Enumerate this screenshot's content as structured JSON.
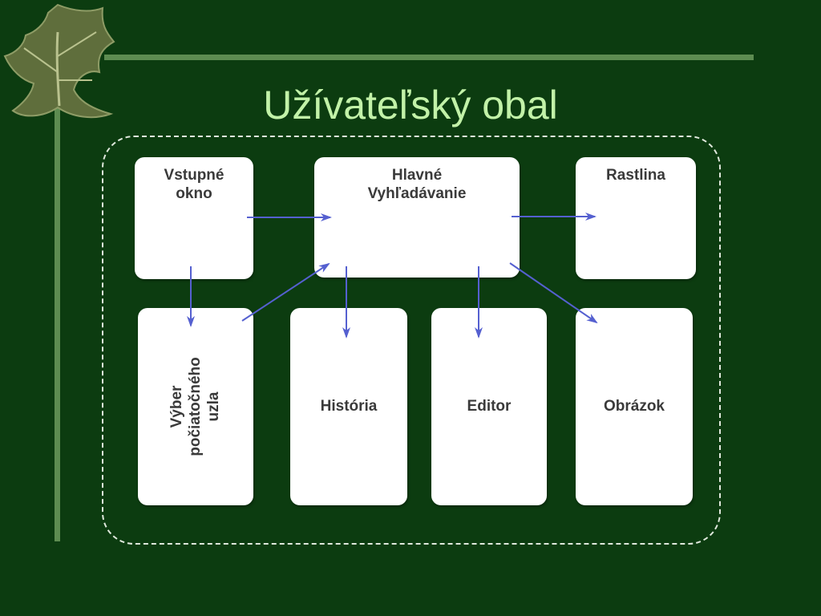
{
  "title": "Užívateľský obal",
  "colors": {
    "background": "#0c3c10",
    "title": "#c2f2a8",
    "rule": "#5d8c51",
    "arrow": "#5560d0",
    "box": "#ffffff",
    "frame": "#dfe8dc"
  },
  "decoration": {
    "leaf_icon": "ivy-leaf-icon"
  },
  "diagram": {
    "nodes": {
      "vstupne_okno": "Vstupné\nokno",
      "hlavne_vyhladavanie": "Hlavné\nVyhľadávanie",
      "rastlina": "Rastlina",
      "vyber_uzla": "Výber\npočiatočného\nuzla",
      "historia": "História",
      "editor": "Editor",
      "obrazok": "Obrázok"
    },
    "edges": [
      {
        "from": "vstupne_okno",
        "to": "hlavne_vyhladavanie"
      },
      {
        "from": "vstupne_okno",
        "to": "vyber_uzla"
      },
      {
        "from": "vyber_uzla",
        "to": "hlavne_vyhladavanie"
      },
      {
        "from": "hlavne_vyhladavanie",
        "to": "rastlina"
      },
      {
        "from": "hlavne_vyhladavanie",
        "to": "historia"
      },
      {
        "from": "hlavne_vyhladavanie",
        "to": "editor"
      },
      {
        "from": "hlavne_vyhladavanie",
        "to": "obrazok"
      }
    ]
  }
}
